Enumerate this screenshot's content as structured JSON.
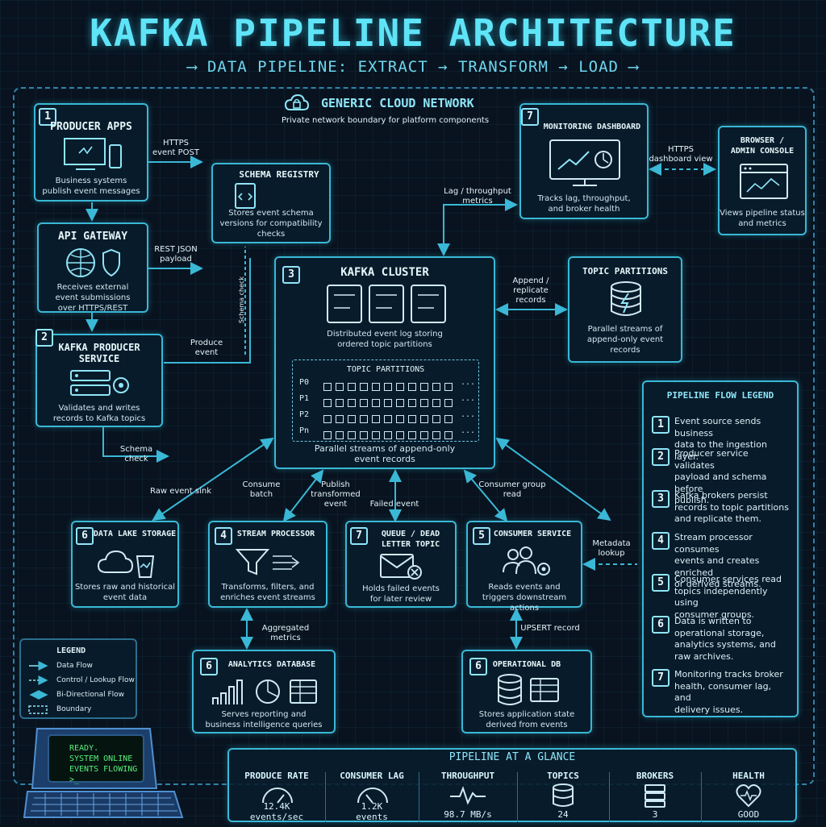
{
  "header": {
    "title": "KAFKA PIPELINE ARCHITECTURE",
    "subtitle": "⟶ DATA PIPELINE: EXTRACT → TRANSFORM → LOAD ⟶"
  },
  "network": {
    "title": "GENERIC CLOUD NETWORK",
    "desc": "Private network boundary for platform components"
  },
  "boxes": {
    "producer": {
      "num": "1",
      "title": "PRODUCER APPS",
      "desc": "Business systems\npublish event messages"
    },
    "gateway": {
      "title": "API GATEWAY",
      "desc": "Receives external\nevent submissions\nover HTTPS/REST"
    },
    "kafka_producer": {
      "num": "2",
      "title": "KAFKA PRODUCER\nSERVICE",
      "desc": "Validates and writes\nrecords to Kafka topics"
    },
    "schema": {
      "title": "SCHEMA REGISTRY",
      "desc": "Stores event schema\nversions for compatibility\nchecks"
    },
    "cluster": {
      "num": "3",
      "title": "KAFKA CLUSTER",
      "desc": "Distributed event log storing\nordered topic partitions",
      "partitions_title": "TOPIC PARTITIONS",
      "partition_rows": [
        "P0",
        "P1",
        "P2",
        "Pn"
      ],
      "partitions_desc": "Parallel streams of append-only\nevent records"
    },
    "topic_partitions": {
      "title": "TOPIC PARTITIONS",
      "desc": "Parallel streams of\nappend-only event\nrecords"
    },
    "monitoring": {
      "num": "7",
      "title": "MONITORING DASHBOARD",
      "desc": "Tracks lag, throughput,\nand broker health"
    },
    "browser": {
      "title": "BROWSER /\nADMIN CONSOLE",
      "desc": "Views pipeline status\nand metrics"
    },
    "data_lake": {
      "num": "6",
      "title": "DATA LAKE STORAGE",
      "desc": "Stores raw and historical\nevent data"
    },
    "stream": {
      "num": "4",
      "title": "STREAM PROCESSOR",
      "desc": "Transforms, filters, and\nenriches event streams"
    },
    "dlq": {
      "num": "7",
      "title": "QUEUE / DEAD\nLETTER TOPIC",
      "desc": "Holds failed events\nfor later review"
    },
    "consumer": {
      "num": "5",
      "title": "CONSUMER SERVICE",
      "desc": "Reads events and\ntriggers downstream actions"
    },
    "analytics": {
      "num": "6",
      "title": "ANALYTICS DATABASE",
      "desc": "Serves reporting and\nbusiness intelligence queries"
    },
    "operational": {
      "num": "6",
      "title": "OPERATIONAL DB",
      "desc": "Stores application state\nderived from events"
    }
  },
  "edges": {
    "https_post": "HTTPS\nevent POST",
    "rest_json": "REST JSON\npayload",
    "produce_event": "Produce\nevent",
    "schema_check": "Schema check",
    "schema_vertical": "Schema check",
    "lag_metrics": "Lag / throughput\nmetrics",
    "https_dashboard": "HTTPS\ndashboard view",
    "append_replicate": "Append /\nreplicate\nrecords",
    "raw_sink": "Raw event sink",
    "consume_batch": "Consume\nbatch",
    "publish_transformed": "Publish\ntransformed\nevent",
    "failed_event": "Failed event",
    "consumer_group": "Consumer group\nread",
    "metadata": "Metadata\nlookup",
    "aggregated": "Aggregated metrics",
    "upsert": "UPSERT record"
  },
  "legend": {
    "title": "LEGEND",
    "items": [
      "Data Flow",
      "Control / Lookup Flow",
      "Bi-Directional Flow",
      "Boundary"
    ]
  },
  "flow_legend": {
    "title": "PIPELINE FLOW LEGEND",
    "items": [
      {
        "num": "1",
        "text": "Event source sends business\ndata to the ingestion layer."
      },
      {
        "num": "2",
        "text": "Producer service validates\npayload and schema before\npublish."
      },
      {
        "num": "3",
        "text": "Kafka brokers persist\nrecords to topic partitions\nand replicate them."
      },
      {
        "num": "4",
        "text": "Stream processor consumes\nevents and creates enriched\nor derived streams."
      },
      {
        "num": "5",
        "text": "Consumer services read\ntopics independently using\nconsumer groups."
      },
      {
        "num": "6",
        "text": "Data is written to\noperational storage,\nanalytics systems, and\nraw archives."
      },
      {
        "num": "7",
        "text": "Monitoring tracks broker\nhealth, consumer lag, and\ndelivery issues."
      }
    ]
  },
  "glance": {
    "title": "PIPELINE AT A GLANCE",
    "metrics": [
      {
        "label": "PRODUCE RATE",
        "value": "12.4K\nevents/sec",
        "icon": "gauge-icon"
      },
      {
        "label": "CONSUMER LAG",
        "value": "1.2K\nevents",
        "icon": "gauge-icon"
      },
      {
        "label": "THROUGHPUT",
        "value": "98.7 MB/s",
        "icon": "pulse-icon"
      },
      {
        "label": "TOPICS",
        "value": "24",
        "icon": "database-icon"
      },
      {
        "label": "BROKERS",
        "value": "3",
        "icon": "server-icon"
      },
      {
        "label": "HEALTH",
        "value": "GOOD",
        "icon": "heart-icon"
      }
    ]
  },
  "terminal": {
    "lines": [
      "READY.",
      "SYSTEM ONLINE",
      "EVENTS FLOWING",
      ">_"
    ]
  },
  "colors": {
    "accent": "#3ab8d6",
    "title": "#5fe4f7",
    "terminal_text": "#57f07a",
    "background": "#08131f"
  }
}
